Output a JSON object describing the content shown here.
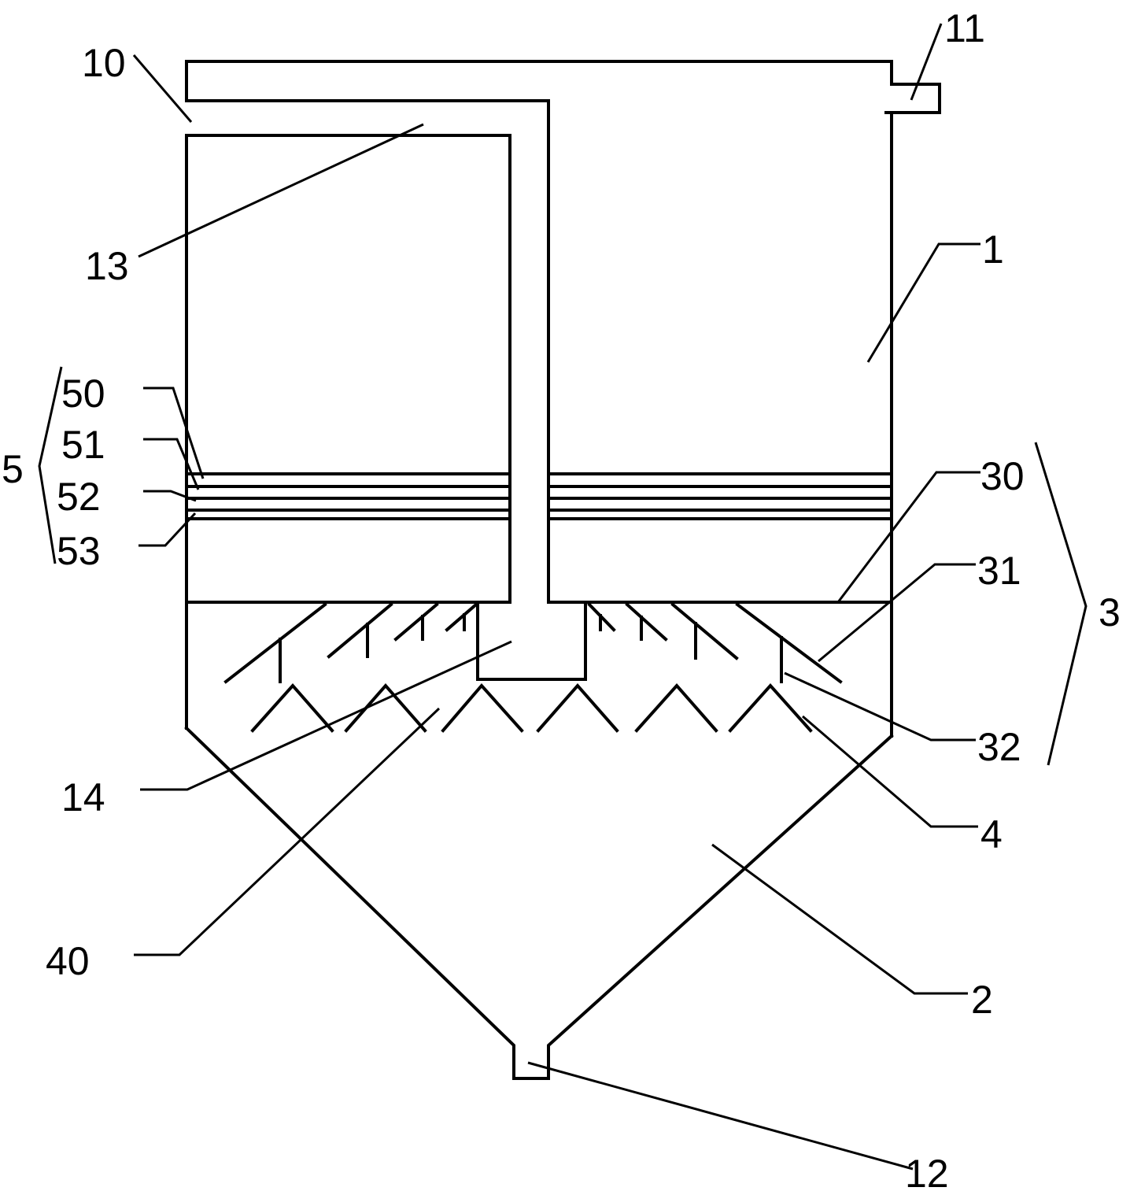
{
  "labels": {
    "l1": "1",
    "l2": "2",
    "l3": "3",
    "l4": "4",
    "l5": "5",
    "l10": "10",
    "l11": "11",
    "l12": "12",
    "l13": "13",
    "l14": "14",
    "l30": "30",
    "l31": "31",
    "l32": "32",
    "l40": "40",
    "l50": "50",
    "l51": "51",
    "l52": "52",
    "l53": "53"
  }
}
